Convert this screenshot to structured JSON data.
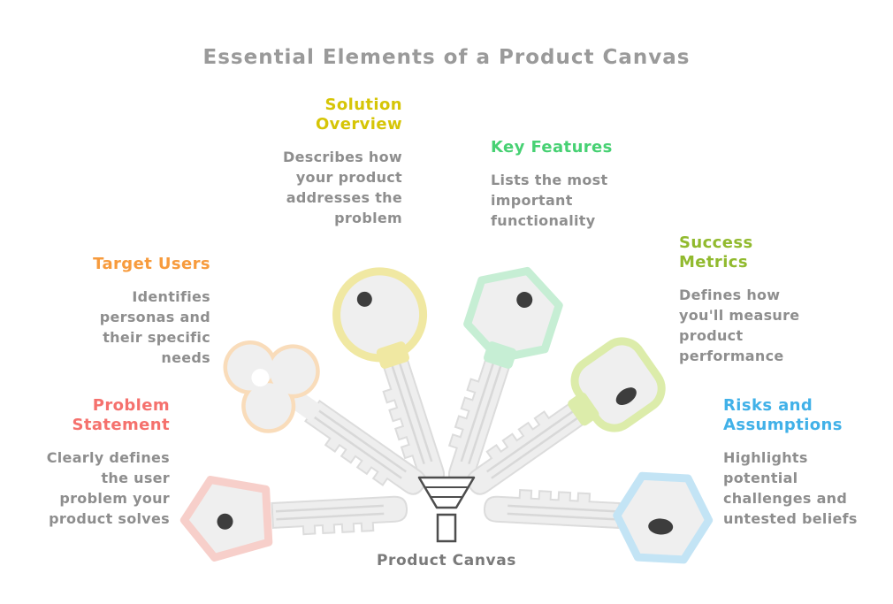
{
  "title": "Essential Elements of a Product Canvas",
  "center": {
    "label": "Product Canvas",
    "icon": "funnel-icon"
  },
  "figure": {
    "metal_color": "#eeeeee",
    "metal_edge_color": "#dcdcdc",
    "hole_color": "#3d3d3d",
    "outline_color": "#4d4d4d"
  },
  "elements": [
    {
      "id": "problem-statement",
      "heading": "Problem\nStatement",
      "description": "Clearly defines\nthe user\nproblem your\nproduct solves",
      "heading_color": "#f5716d",
      "key_color": "#f7cfca",
      "key_shape": "pentagon-head-key"
    },
    {
      "id": "target-users",
      "heading": "Target Users",
      "description": "Identifies\npersonas and\ntheir specific\nneeds",
      "heading_color": "#f79b3d",
      "key_color": "#f9dcba",
      "key_shape": "clover-head-key"
    },
    {
      "id": "solution-overview",
      "heading": "Solution\nOverview",
      "description": "Describes how\nyour product\naddresses the\nproblem",
      "heading_color": "#d6c506",
      "key_color": "#f0e8a2",
      "key_shape": "round-head-key"
    },
    {
      "id": "key-features",
      "heading": "Key Features",
      "description": "Lists the most\nimportant\nfunctionality",
      "heading_color": "#47d173",
      "key_color": "#c6eed4",
      "key_shape": "hexagon-head-key"
    },
    {
      "id": "success-metrics",
      "heading": "Success\nMetrics",
      "description": "Defines how\nyou'll measure\nproduct\nperformance",
      "heading_color": "#91ba2e",
      "key_color": "#dcecaa",
      "key_shape": "rounded-square-head-key"
    },
    {
      "id": "risks-and-assumptions",
      "heading": "Risks and\nAssumptions",
      "description": "Highlights\npotential\nchallenges and\nuntested beliefs",
      "heading_color": "#41b1e8",
      "key_color": "#c3e4f5",
      "key_shape": "hexagon-head-key"
    }
  ]
}
